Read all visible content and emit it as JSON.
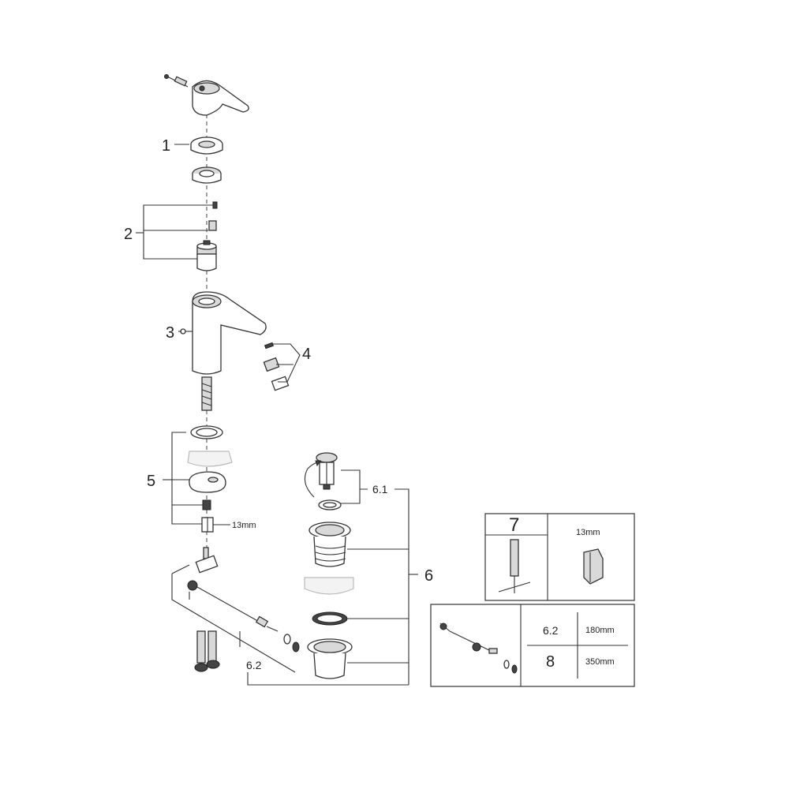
{
  "labels": {
    "p1": "1",
    "p2": "2",
    "p3": "3",
    "p4": "4",
    "p5": "5",
    "p6": "6",
    "p61": "6.1",
    "p62": "6.2",
    "size5": "13mm"
  },
  "table": {
    "tool7_label": "7",
    "tool7_size": "13mm",
    "rod_a_label": "6.2",
    "rod_a_len": "180mm",
    "rod_b_label": "8",
    "rod_b_len": "350mm"
  }
}
